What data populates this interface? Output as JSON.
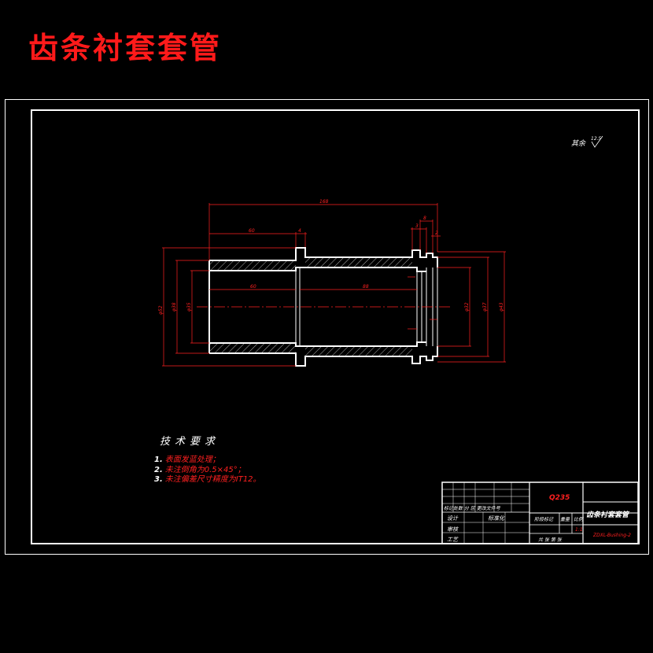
{
  "title": "齿条衬套套管",
  "roughness_note": {
    "prefix": "其余",
    "value": "12.5"
  },
  "dimensions": {
    "overall_length": "168",
    "left_section": "60",
    "flange_w": "4",
    "right_top_a": "8",
    "right_top_b": "3",
    "right_top_c": "2",
    "inner_left": "60",
    "inner_right": "88",
    "dia_left_outer": "φ52",
    "dia_left_mid": "φ38",
    "dia_left_inner": "φ35",
    "dia_right_a": "φ32",
    "dia_right_b": "φ37",
    "dia_right_c": "φ43"
  },
  "tech": {
    "heading": "技术要求",
    "items": [
      {
        "num": "1.",
        "text": "表面发蓝处理；"
      },
      {
        "num": "2.",
        "text": "未注倒角为0.5×45°；"
      },
      {
        "num": "3.",
        "text": "未注偏差尺寸精度为IT12。"
      }
    ]
  },
  "title_block": {
    "material": "Q235",
    "part_name": "齿条衬套套管",
    "row_marks": "标记处数 分 区 更改文件号",
    "designer": "设计",
    "standardize": "标准化",
    "checker": "审核",
    "process": "工艺",
    "stage_label": "阶段标记",
    "weight_label": "重量",
    "scale_label": "比例",
    "scale_value": "1:1",
    "sheets": "共 张 第 张",
    "drawing_no": "ZDXL-Bushing-2"
  },
  "colors": {
    "frame": "#ffffff",
    "dim": "#ff2020",
    "center": "#ff2020",
    "hatch": "#ffffff"
  }
}
